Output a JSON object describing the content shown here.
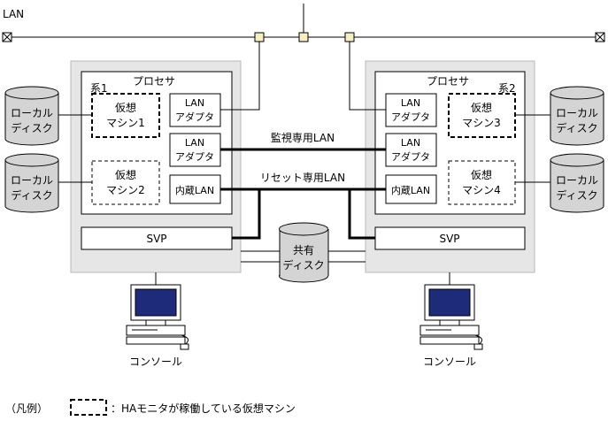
{
  "lan_label": "LAN",
  "left_system": {
    "processor": "プロセサ",
    "system_label": "系1",
    "vm_top": [
      "仮想",
      "マシン1"
    ],
    "vm_bottom": [
      "仮想",
      "マシン2"
    ],
    "adapter_top": [
      "LAN",
      "アダプタ"
    ],
    "adapter_mid": [
      "LAN",
      "アダプタ"
    ],
    "internal_lan": "内蔵LAN",
    "svp": "SVP",
    "disk_top": [
      "ローカル",
      "ディスク"
    ],
    "disk_bottom": [
      "ローカル",
      "ディスク"
    ],
    "console": "コンソール"
  },
  "right_system": {
    "processor": "プロセサ",
    "system_label": "系2",
    "vm_top": [
      "仮想",
      "マシン3"
    ],
    "vm_bottom": [
      "仮想",
      "マシン4"
    ],
    "adapter_top": [
      "LAN",
      "アダプタ"
    ],
    "adapter_mid": [
      "LAN",
      "アダプタ"
    ],
    "internal_lan": "内蔵LAN",
    "svp": "SVP",
    "disk_top": [
      "ローカル",
      "ディスク"
    ],
    "disk_bottom": [
      "ローカル",
      "ディスク"
    ],
    "console": "コンソール"
  },
  "monitor_lan": "監視専用LAN",
  "reset_lan": "リセット専用LAN",
  "shared_disk": [
    "共有",
    "ディスク"
  ],
  "legend": {
    "title": "（凡例）",
    "text": "：HAモニタが稼働している仮想マシン"
  },
  "colors": {
    "frame": "#e6e6e6",
    "disk": "#d4d4d4",
    "node": "#f3efc2",
    "stroke": "#000000"
  }
}
